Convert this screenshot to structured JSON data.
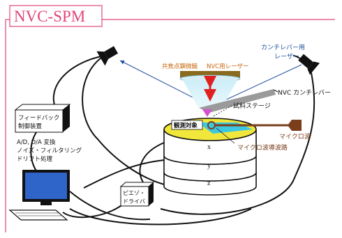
{
  "title": "NVC-SPM",
  "labels": {
    "laser_blue": "カンチレバー用\nレーザー",
    "nvc_laser_prefix": "共焦点顕微鏡",
    "nvc_laser_suffix": "NVC用レーザー",
    "nvc_cantilever": "NVC カンチレバー",
    "sample_stage": "試料ステージ",
    "target": "観測対象",
    "microwave": "マイクロ波",
    "microwave_guide": "マイクロ波導波路",
    "feedback": "フィードバック\n制御装置",
    "signal_processing": "A/D, D/A 変換\nノイズ・フィルタリング\nドリフト処理",
    "piezo": "ピエゾ・\nドライバ",
    "axis_x": "x",
    "axis_y": "y",
    "axis_z": "z"
  },
  "colors": {
    "frame": "#e0457b",
    "blue_text": "#1f4e9e",
    "orange_text": "#c9640a",
    "brown": "#7a3e1c",
    "stage_yellow": "#f0e63c",
    "stage_cyan": "#3ec7e0",
    "laser_beam": "#bfe8f4",
    "magenta": "#d64fd2"
  }
}
